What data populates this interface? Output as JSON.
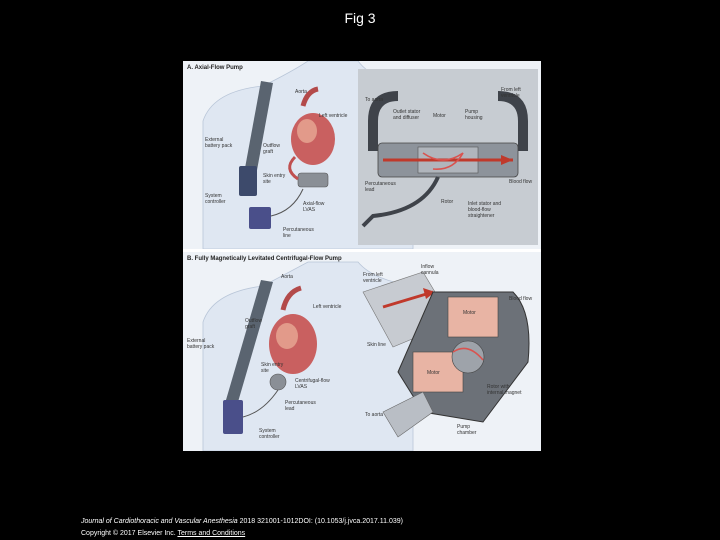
{
  "title": "Fig 3",
  "panel_a": {
    "heading": "A. Axial-Flow Pump",
    "labels": {
      "aorta": "Aorta",
      "left_ventricle": "Left ventricle",
      "outflow_graft": "Outflow graft",
      "skin_entry": "Skin entry site",
      "external_battery": "External battery pack",
      "system_controller": "System controller",
      "axial_lvas": "Axial-flow LVAS",
      "percutaneous_line": "Percutaneous line",
      "to_aorta": "To aorta",
      "from_lv": "From left ventricle",
      "outlet_stator": "Outlet stator and diffuser",
      "motor": "Motor",
      "pump_housing": "Pump housing",
      "percutaneous_lead": "Percutaneous lead",
      "rotor": "Rotor",
      "inlet_stator": "Inlet stator and blood-flow straightener",
      "blood_flow": "Blood flow"
    }
  },
  "panel_b": {
    "heading": "B. Fully Magnetically Levitated Centrifugal-Flow Pump",
    "labels": {
      "aorta": "Aorta",
      "left_ventricle": "Left ventricle",
      "outflow_graft": "Outflow graft",
      "external_battery": "External battery pack",
      "skin_entry": "Skin entry site",
      "centrifugal_lvas": "Centrifugal-flow LVAS",
      "percutaneous_lead": "Percutaneous lead",
      "system_controller": "System controller",
      "from_lv": "From left ventricle",
      "inflow_cannula": "Inflow cannula",
      "blood_flow": "Blood flow",
      "motor_top": "Motor",
      "motor_bottom": "Motor",
      "skin_line": "Skin line",
      "rotor_magnet": "Rotor with internal magnet",
      "to_aorta": "To aorta",
      "pump_chamber": "Pump chamber"
    }
  },
  "footer": {
    "journal": "Journal of Cardiothoracic and Vascular Anesthesia",
    "citation": " 2018 321001-1012DOI: (10.1053/j.jvca.2017.11.039)",
    "copyright": "Copyright © 2017 Elsevier Inc. ",
    "terms_link": "Terms and Conditions"
  }
}
